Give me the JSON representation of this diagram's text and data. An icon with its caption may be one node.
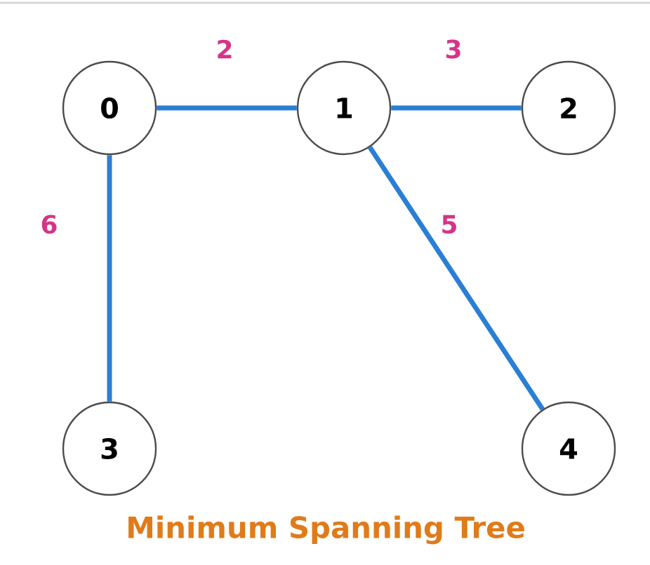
{
  "diagram": {
    "caption": "Minimum Spanning Tree",
    "nodes": [
      {
        "text": [
          "0"
        ]
      },
      {
        "text": [
          "1"
        ]
      },
      {
        "text": [
          "2"
        ]
      },
      {
        "text": [
          "3"
        ]
      },
      {
        "text": [
          "4"
        ]
      }
    ],
    "edges": [
      {
        "from": 0,
        "to": 1,
        "arrow": "none",
        "label": "2"
      },
      {
        "from": 1,
        "to": 2,
        "arrow": "none",
        "label": "3"
      },
      {
        "from": 0,
        "to": 3,
        "arrow": "none",
        "label": "6"
      },
      {
        "from": 1,
        "to": 4,
        "arrow": "none",
        "label": "5"
      }
    ]
  }
}
